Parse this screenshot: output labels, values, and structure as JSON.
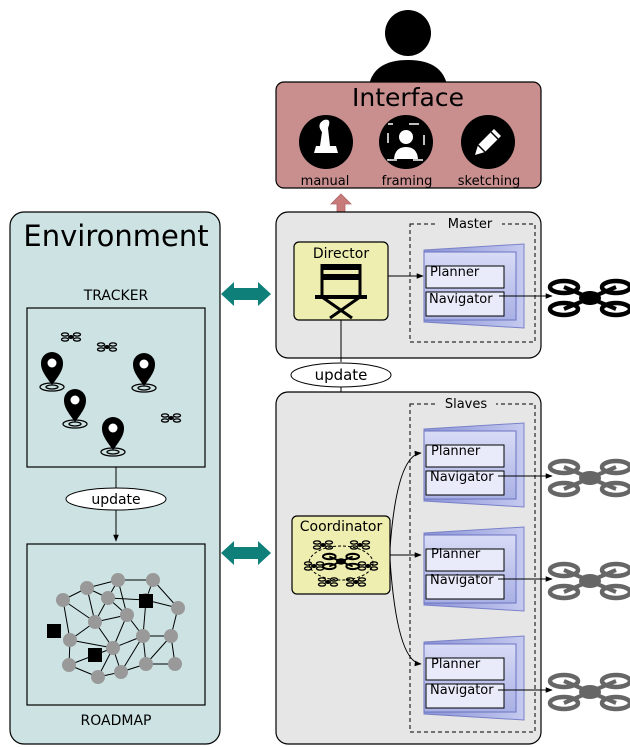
{
  "interface": {
    "title": "Interface",
    "modes": [
      {
        "label": "manual",
        "icon": "joystick-icon"
      },
      {
        "label": "framing",
        "icon": "framing-icon"
      },
      {
        "label": "sketching",
        "icon": "pencil-icon"
      }
    ]
  },
  "environment": {
    "title": "Environment",
    "tracker_label": "TRACKER",
    "update_label": "update",
    "roadmap_label": "ROADMAP"
  },
  "master": {
    "title": "Master",
    "director_label": "Director",
    "planner_label": "Planner",
    "navigator_label": "Navigator"
  },
  "middle_update_label": "update",
  "slaves": {
    "title": "Slaves",
    "coordinator_label": "Coordinator",
    "units": [
      {
        "planner_label": "Planner",
        "navigator_label": "Navigator"
      },
      {
        "planner_label": "Planner",
        "navigator_label": "Navigator"
      },
      {
        "planner_label": "Planner",
        "navigator_label": "Navigator"
      }
    ]
  },
  "colors": {
    "interface_fill": "#c98f8f",
    "environment_fill": "#cde3e3",
    "panel_fill": "#e6e6e6",
    "module_fill": "#eeeeb0",
    "double_arrow": "#0f7f7a",
    "interface_arrow": "#c87a7a",
    "planner_fill": "#c8cdf0",
    "master_drone": "#000000",
    "slave_drone": "#666666",
    "node_fill": "#999999"
  }
}
